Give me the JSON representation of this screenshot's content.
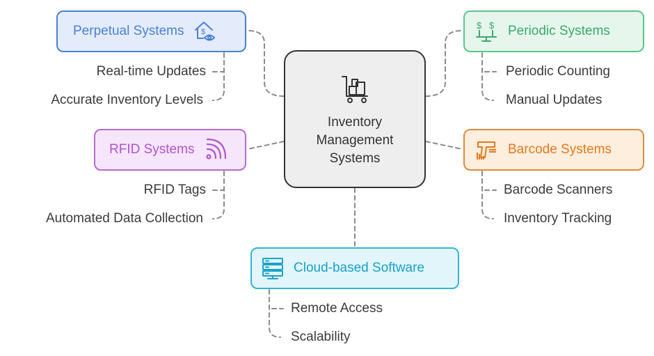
{
  "center": {
    "title": "Inventory Management Systems",
    "icon": "cart-icon"
  },
  "perpetual": {
    "label": "Perpetual Systems",
    "icon": "house-dollar-eye-icon",
    "color": "#4a7fd6",
    "bg": "#e4ecfb",
    "border": "#4a7fd6",
    "items": [
      "Real-time Updates",
      "Accurate Inventory Levels"
    ]
  },
  "periodic": {
    "label": "Periodic Systems",
    "icon": "coins-scale-icon",
    "color": "#3aa96c",
    "bg": "#e6f6ec",
    "border": "#5cc48a",
    "items": [
      "Periodic Counting",
      "Manual Updates"
    ]
  },
  "rfid": {
    "label": "RFID Systems",
    "icon": "rfid-signal-icon",
    "color": "#b153d1",
    "bg": "#f6e6fb",
    "border": "#b56ad0",
    "items": [
      "RFID Tags",
      "Automated Data Collection"
    ]
  },
  "barcode": {
    "label": "Barcode Systems",
    "icon": "barcode-scanner-icon",
    "color": "#e07a1e",
    "bg": "#fdeede",
    "border": "#e08a3c",
    "items": [
      "Barcode Scanners",
      "Inventory Tracking"
    ]
  },
  "cloud": {
    "label": "Cloud-based Software",
    "icon": "server-icon",
    "color": "#1aa2c8",
    "bg": "#e1f5fb",
    "border": "#33b4d8",
    "items": [
      "Remote Access",
      "Scalability"
    ]
  }
}
